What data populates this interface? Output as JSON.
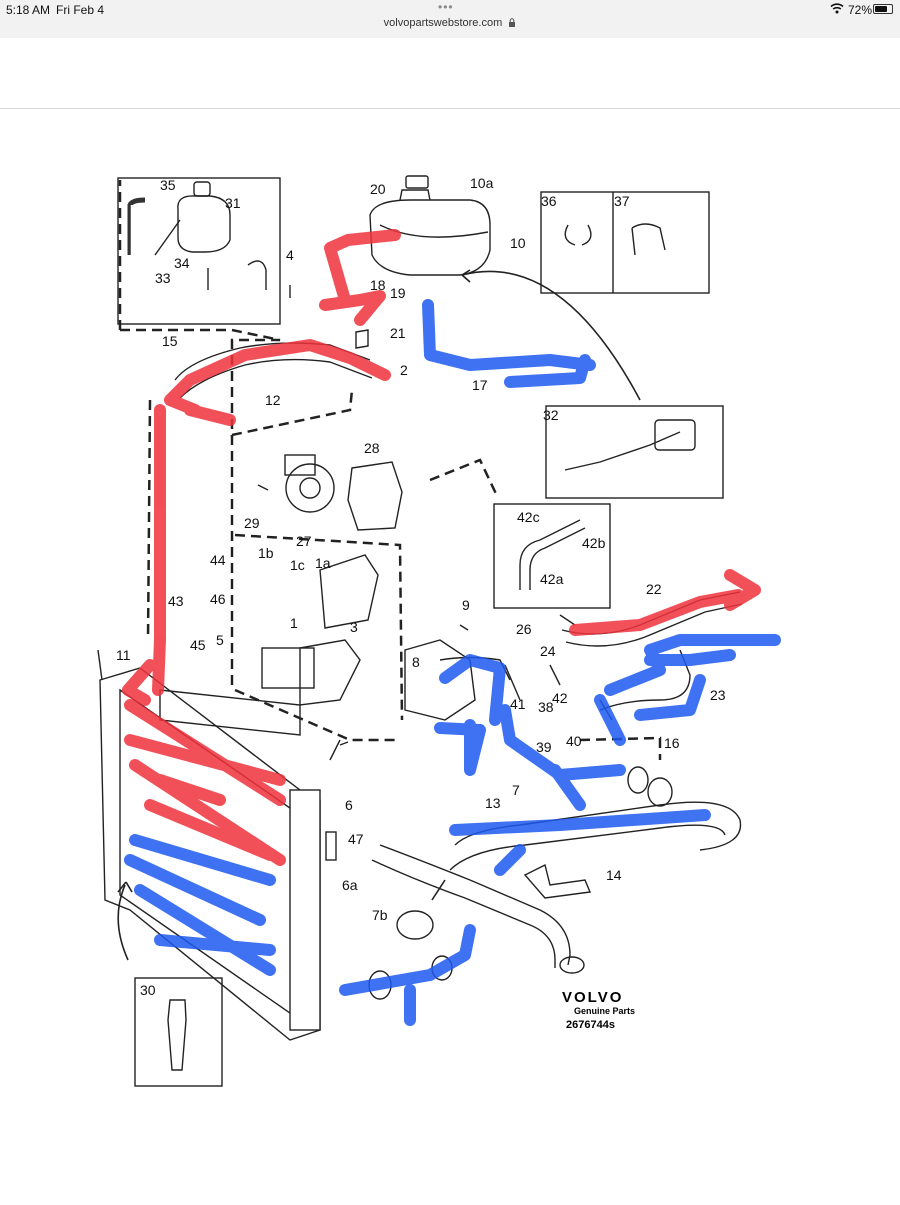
{
  "status_bar": {
    "time": "5:18 AM",
    "date": "Fri Feb 4",
    "url": "volvopartswebstore.com",
    "battery_percent": "72%",
    "battery_level": 0.72,
    "icons": [
      "ellipsis-icon",
      "lock-icon",
      "wifi-icon",
      "battery-icon"
    ]
  },
  "diagram": {
    "brand": "VOLVO",
    "brand_sub": "Genuine Parts",
    "figure_number": "2676744s",
    "callouts": [
      "1",
      "1a",
      "1b",
      "1c",
      "2",
      "3",
      "4",
      "5",
      "6",
      "6a",
      "7",
      "7b",
      "8",
      "9",
      "10",
      "10a",
      "11",
      "12",
      "13",
      "14",
      "15",
      "16",
      "17",
      "18",
      "19",
      "20",
      "21",
      "22",
      "23",
      "24",
      "26",
      "27",
      "28",
      "29",
      "30",
      "31",
      "32",
      "33",
      "34",
      "35",
      "36",
      "37",
      "38",
      "39",
      "40",
      "41",
      "42",
      "42a",
      "42b",
      "42c",
      "43",
      "44",
      "45",
      "46",
      "47"
    ],
    "colors": {
      "red_marker": "#f0323c",
      "blue_marker": "#1e5af0",
      "line": "#222222"
    }
  }
}
